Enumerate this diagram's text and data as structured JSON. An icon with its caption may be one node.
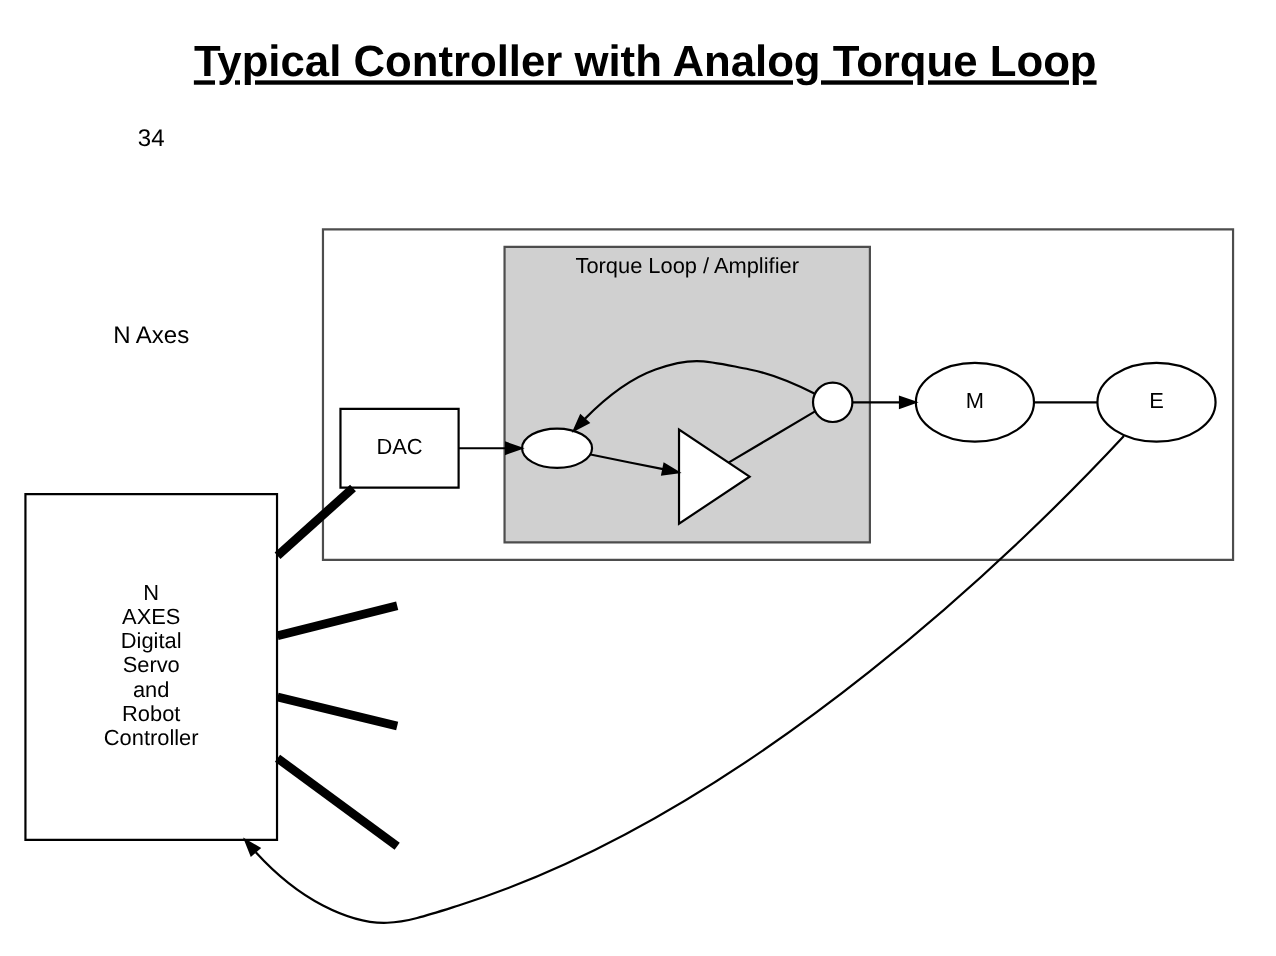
{
  "diagram": {
    "title": "Typical Controller with Analog Torque Loop",
    "nodes": [
      {
        "text": [
          "N AXES Digital Servo and Robot Controller"
        ]
      },
      {
        "text": [],
        "shape": "box"
      },
      {
        "text": [
          "Torque Loop / Amplifier"
        ],
        "in": 1
      },
      {
        "text": [
          "DAC"
        ],
        "in": 1
      },
      {
        "text": [],
        "shape": "ellipse",
        "in": 2
      },
      {
        "text": [],
        "shape": "triangle",
        "in": 2
      },
      {
        "text": [],
        "shape": "circle",
        "in": 2
      },
      {
        "text": [
          "M"
        ],
        "in": 1
      },
      {
        "text": [
          "E"
        ],
        "in": 1
      }
    ],
    "edges": [
      {
        "from": 0,
        "to": 3,
        "arrow": "none",
        "style": "thick"
      },
      {
        "from": 3,
        "to": 4,
        "arrow": "to"
      },
      {
        "from": 4,
        "to": 5,
        "arrow": "to"
      },
      {
        "from": 5,
        "to": 6,
        "arrow": "none"
      },
      {
        "from": 6,
        "to": 7,
        "arrow": "to"
      },
      {
        "from": 6,
        "to": 4,
        "arrow": "to"
      },
      {
        "from": 7,
        "to": 8,
        "arrow": "none"
      },
      {
        "from": 8,
        "to": 0,
        "arrow": "to"
      },
      {
        "from": 0,
        "to": null,
        "arrow": "none",
        "style": "thick"
      },
      {
        "from": 0,
        "to": null,
        "arrow": "none",
        "style": "thick"
      },
      {
        "from": 0,
        "to": null,
        "arrow": "none",
        "style": "thick"
      }
    ],
    "labels": [
      "N Axes",
      "34"
    ]
  }
}
